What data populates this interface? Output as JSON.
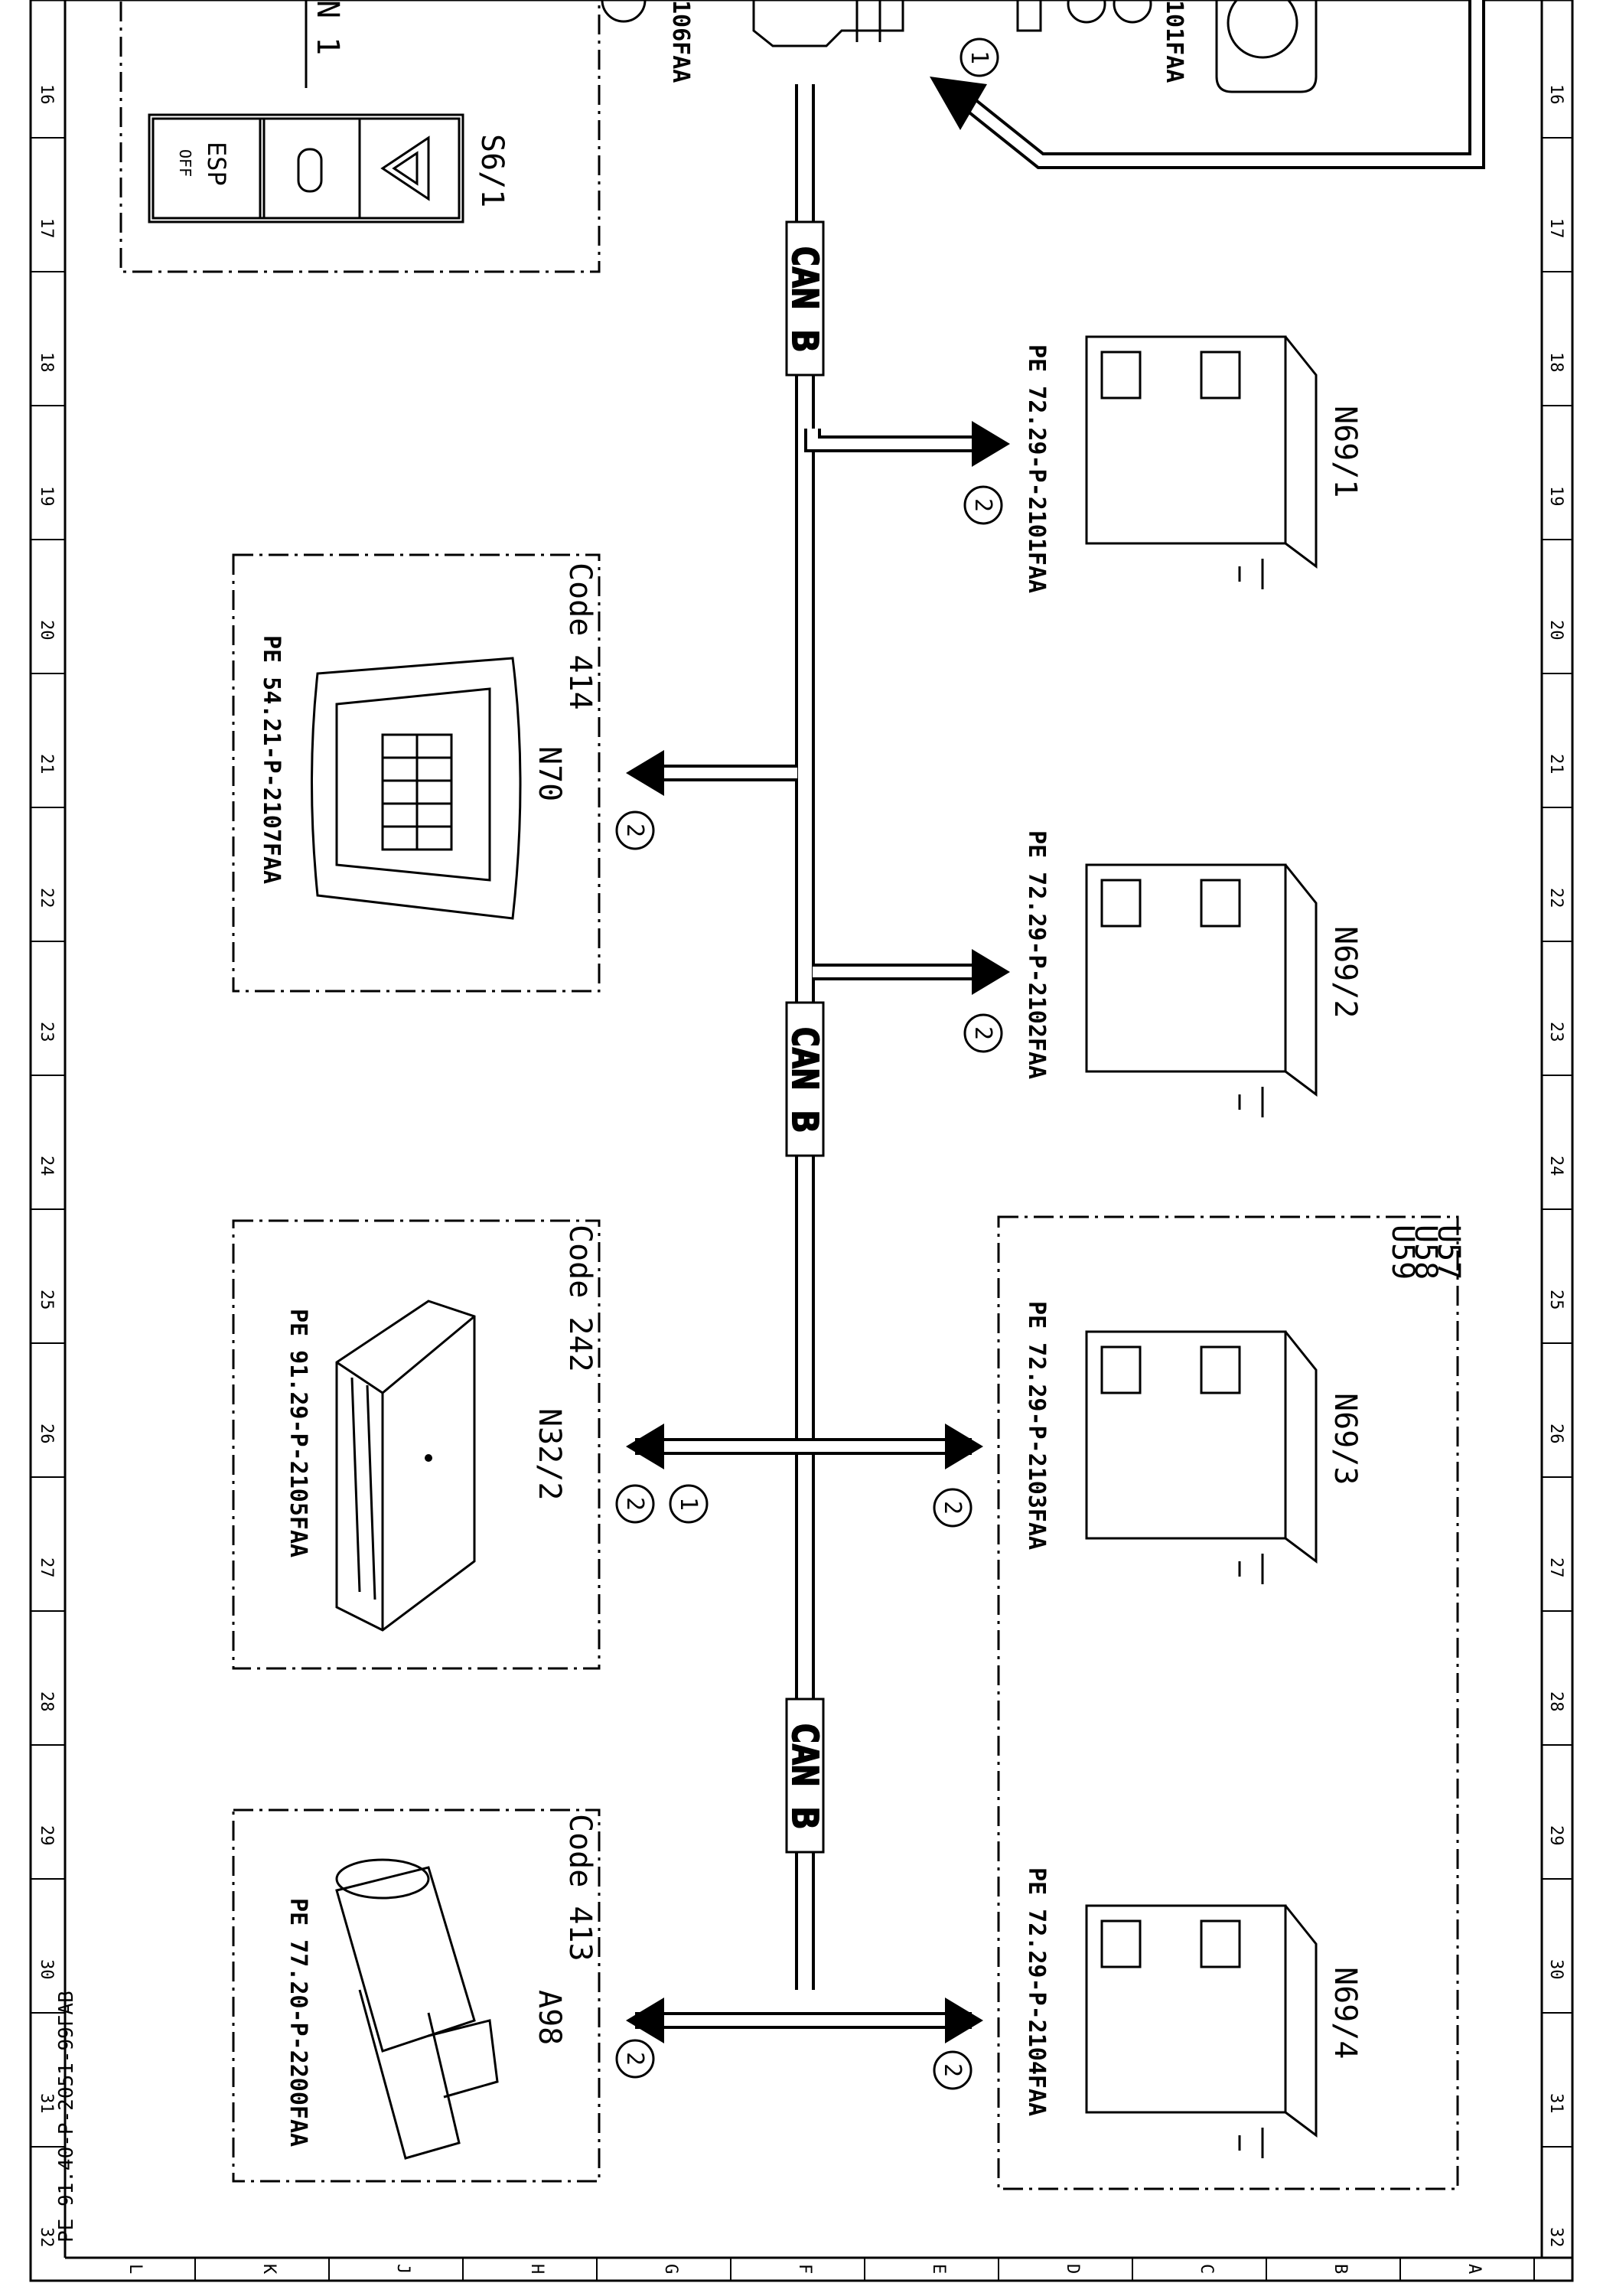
{
  "diagram_id": "PE 91.40-P-2051-99FAB",
  "partial_labels": {
    "top_left_ref": "106FAA",
    "top_right_ref": "101FAA",
    "partial_n": "N 1"
  },
  "bus_label": "CAN B",
  "switch_unit": {
    "id": "S6/1",
    "esp_text": "ESP",
    "off_text": "OFF"
  },
  "components": {
    "n69_1": {
      "id": "N69/1",
      "ref": "PE 72.29-P-2101FAA",
      "circle": "2"
    },
    "n69_2": {
      "id": "N69/2",
      "ref": "PE 72.29-P-2102FAA",
      "circle": "2"
    },
    "n69_3": {
      "id": "N69/3",
      "ref": "PE 72.29-P-2103FAA",
      "circle": "2"
    },
    "n69_4": {
      "id": "N69/4",
      "ref": "PE 72.29-P-2104FAA",
      "circle": "2"
    },
    "n70": {
      "id": "N70",
      "ref": "PE 54.21-P-2107FAA",
      "code": "Code 414",
      "circle": "2"
    },
    "n32_2": {
      "id": "N32/2",
      "ref": "PE 91.29-P-2105FAA",
      "code": "Code 242",
      "circle1": "1",
      "circle2": "2"
    },
    "a98": {
      "id": "A98",
      "ref": "PE 77.20-P-2200FAA",
      "code": "Code 413",
      "circle": "2"
    }
  },
  "u_codes": [
    "U57",
    "U58",
    "U59"
  ],
  "top_circle": "1",
  "grid_numbers": [
    "16",
    "17",
    "18",
    "19",
    "20",
    "21",
    "22",
    "23",
    "24",
    "25",
    "26",
    "27",
    "28",
    "29",
    "30",
    "31",
    "32"
  ],
  "grid_letters": [
    "L",
    "K",
    "J",
    "H",
    "G",
    "F",
    "E",
    "D",
    "C",
    "B",
    "A"
  ]
}
